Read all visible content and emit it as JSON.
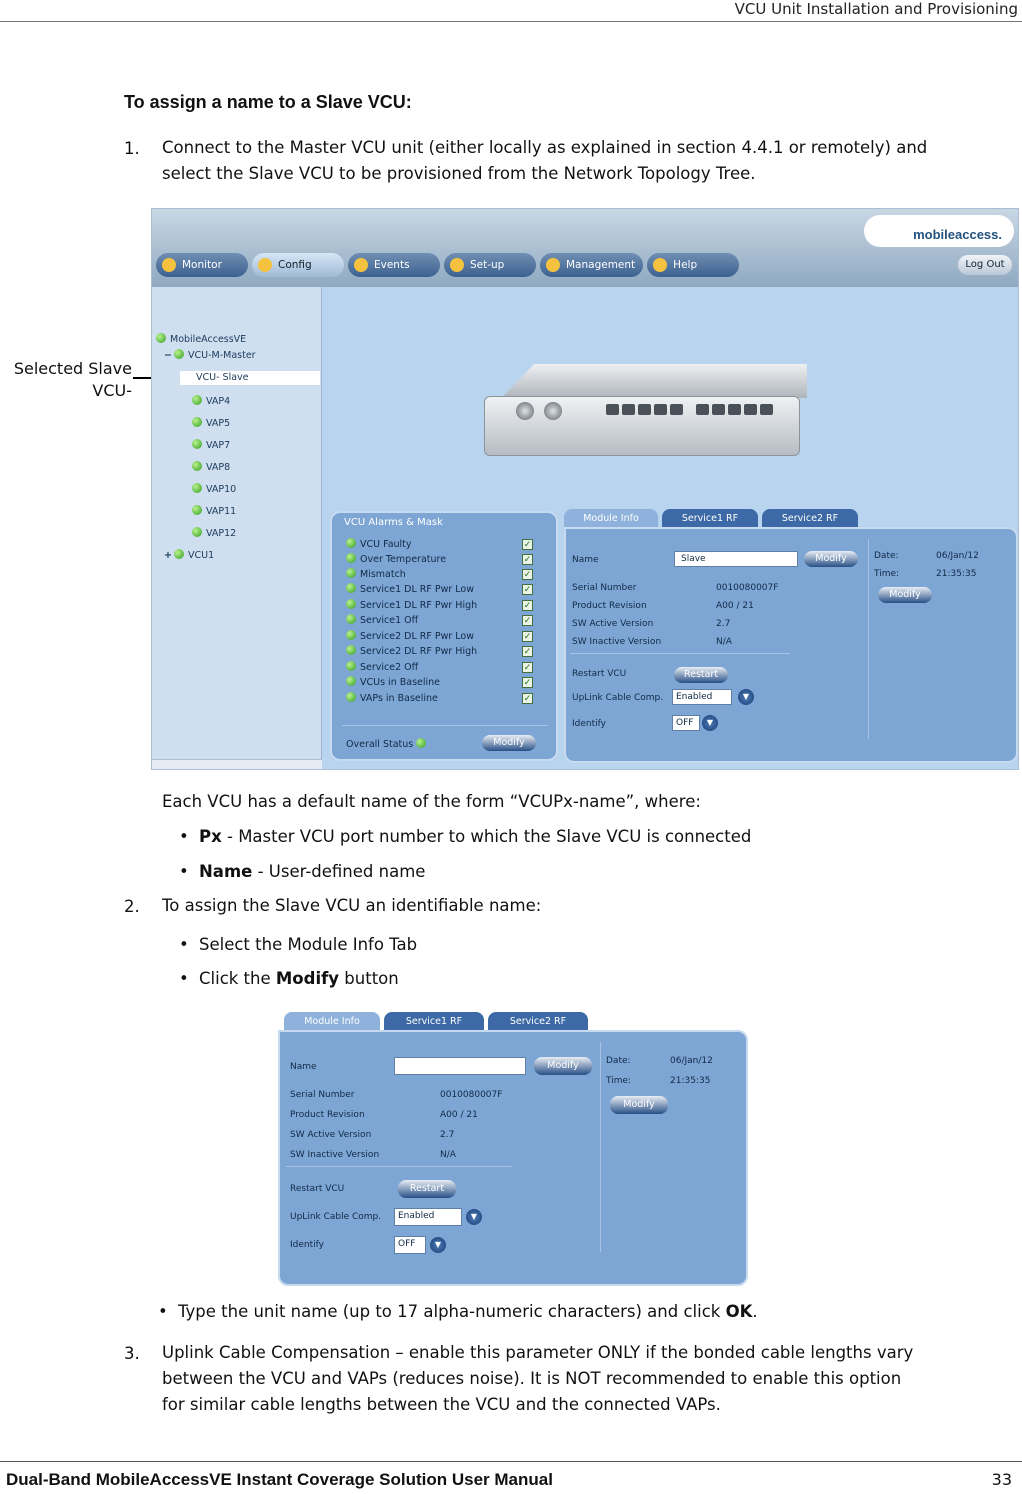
{
  "header": {
    "title": "VCU Unit Installation and Provisioning"
  },
  "section_title": "To assign a name to a Slave VCU:",
  "step1": {
    "number": "1.",
    "line1": "Connect to the Master VCU unit (either locally as explained in section 4.4.1 or remotely) and",
    "line2": "select the Slave VCU to be provisioned from the Network Topology Tree."
  },
  "annotation": {
    "line1": "Selected Slave",
    "line2": "VCU-"
  },
  "app": {
    "logo": "mobileaccess.",
    "nav": [
      "Monitor",
      "Config",
      "Events",
      "Set-up",
      "Management",
      "Help"
    ],
    "logout": "Log Out",
    "tree": {
      "root": "MobileAccessVE",
      "master": "VCU-M-Master",
      "selected": "VCU- Slave",
      "children": [
        "VAP4",
        "VAP5",
        "VAP7",
        "VAP8",
        "VAP10",
        "VAP11",
        "VAP12"
      ],
      "other": "VCU1"
    },
    "alarms": {
      "title": "VCU Alarms & Mask",
      "items": [
        "VCU Faulty",
        "Over Temperature",
        "Mismatch",
        "Service1 DL RF Pwr Low",
        "Service1 DL RF Pwr High",
        "Service1 Off",
        "Service2 DL RF Pwr Low",
        "Service2 DL RF Pwr High",
        "Service2 Off",
        "VCUs in Baseline",
        "VAPs in Baseline"
      ],
      "overall_status": "Overall Status",
      "modify": "Modify"
    },
    "module": {
      "tabs": [
        "Module Info",
        "Service1 RF",
        "Service2 RF"
      ],
      "name_label": "Name",
      "name_value": "Slave",
      "modify": "Modify",
      "fields": [
        {
          "label": "Serial Number",
          "value": "0010080007F"
        },
        {
          "label": "Product Revision",
          "value": "A00 / 21"
        },
        {
          "label": "SW Active Version",
          "value": "2.7"
        },
        {
          "label": "SW Inactive Version",
          "value": "N/A"
        }
      ],
      "date_label": "Date:",
      "date_value": "06/Jan/12",
      "time_label": "Time:",
      "time_value": "21:35:35",
      "restart_label": "Restart VCU",
      "restart_button": "Restart",
      "uplink_label": "UpLink Cable Comp.",
      "uplink_value": "Enabled",
      "identify_label": "Identify",
      "identify_value": "OFF"
    }
  },
  "desc": {
    "intro": "Each VCU has a default name of the form “VCUPx-name”, where:",
    "px_term": "Px",
    "px_text": " - Master VCU port number to which the Slave VCU is connected",
    "name_term": "Name",
    "name_text": " - User-defined name"
  },
  "step2": {
    "number": "2.",
    "text": "To assign the Slave VCU an identifiable name:",
    "bullet1": "Select the Module Info Tab",
    "bullet2_pre": "Click the ",
    "bullet2_bold": "Modify",
    "bullet2_post": " button"
  },
  "shot2": {
    "name_value": ""
  },
  "bullet_type": {
    "pre": "Type the unit name (up to 17 alpha-numeric characters) and click ",
    "bold": "OK",
    "post": "."
  },
  "step3": {
    "number": "3.",
    "line1": "Uplink Cable Compensation – enable this parameter ONLY if the bonded cable lengths vary",
    "line2": "between the VCU and VAPs (reduces noise). It is NOT recommended to enable this option",
    "line3": "for similar cable lengths between the VCU and the connected VAPs."
  },
  "footer": {
    "title": "Dual-Band MobileAccessVE Instant Coverage Solution User Manual",
    "page": "33"
  }
}
